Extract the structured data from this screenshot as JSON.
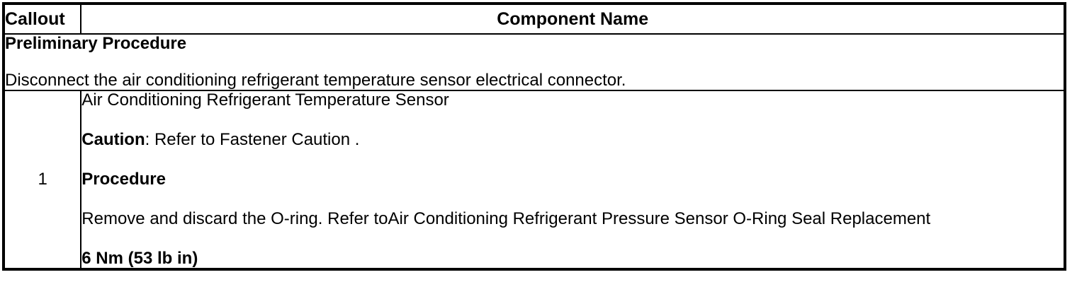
{
  "document": {
    "type": "service-procedure-table",
    "columns": [
      "Callout",
      "Component Name"
    ]
  },
  "table": {
    "header": {
      "callout": "Callout",
      "component_name": "Component Name"
    },
    "preliminary": {
      "title": "Preliminary Procedure",
      "text": "Disconnect the air conditioning refrigerant temperature sensor electrical connector."
    },
    "rows": [
      {
        "callout": "1",
        "component_name": "Air Conditioning Refrigerant Temperature Sensor",
        "caution_label": "Caution",
        "caution_text": ": Refer to Fastener Caution .",
        "procedure_label": "Procedure",
        "procedure_text": "Remove and discard the O-ring. Refer toAir Conditioning Refrigerant Pressure Sensor O-Ring Seal Replacement",
        "torque": "6 Nm (53 lb in)"
      }
    ]
  }
}
